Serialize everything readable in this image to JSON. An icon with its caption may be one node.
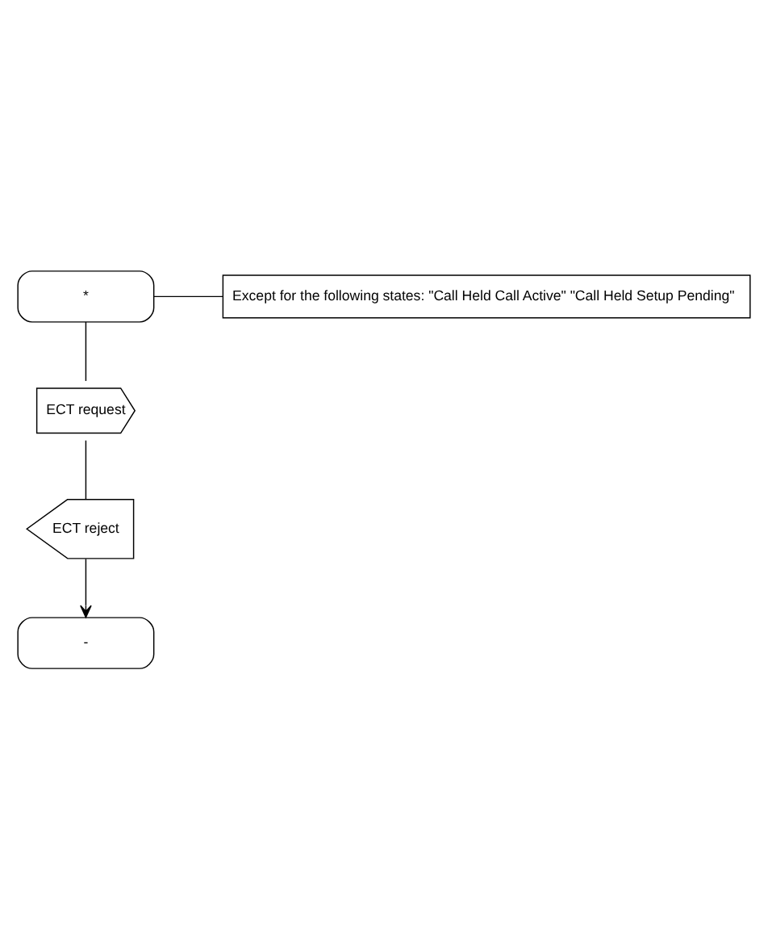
{
  "diagram": {
    "nodes": [
      {
        "text": [
          "*"
        ]
      },
      {
        "text": [
          "Except for the following states: \"Call Held Call Active\" \"Call Held Setup Pending\""
        ]
      },
      {
        "text": [
          "ECT request"
        ]
      },
      {
        "text": [
          "ECT reject"
        ]
      },
      {
        "text": [
          "-"
        ]
      }
    ],
    "edges": [
      {
        "from": 0,
        "to": 1,
        "arrow": "none"
      },
      {
        "from": 0,
        "to": 2,
        "arrow": "none"
      },
      {
        "from": 2,
        "to": 3,
        "arrow": "none"
      },
      {
        "from": 3,
        "to": 4,
        "arrow": "to"
      }
    ]
  }
}
